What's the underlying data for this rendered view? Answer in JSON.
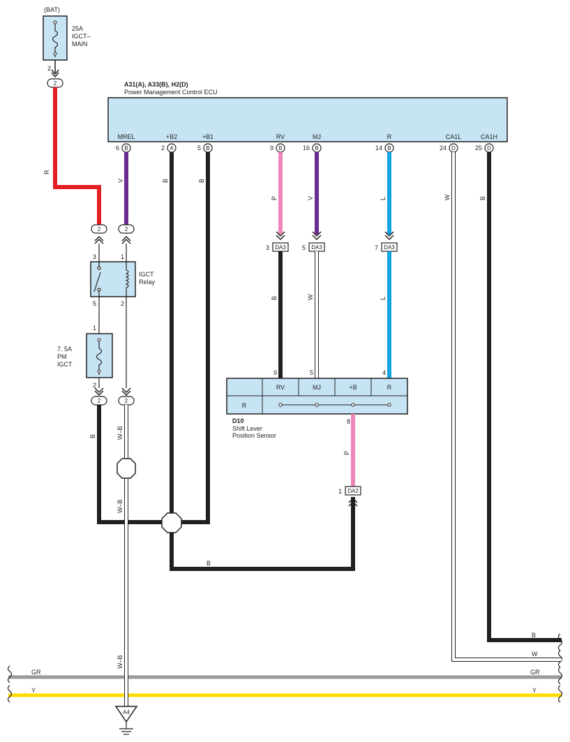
{
  "colors": {
    "red": "#e31e24",
    "violet": "#6b2c91",
    "black": "#231f20",
    "pink": "#ef85bb",
    "blue": "#11a5e3",
    "gray": "#9a9a9a",
    "yellow": "#ffdc00",
    "white": "#ffffff",
    "component_fill": "#c6e4f4"
  },
  "battery": {
    "label": "(BAT)",
    "fuse_label_1": "25A",
    "fuse_label_2": "IGCT–",
    "fuse_label_3": "MAIN",
    "pin_out": "2",
    "connector": "2"
  },
  "ecu": {
    "title": "A31(A), A33(B), H2(D)",
    "name": "Power Management Control ECU",
    "terminals": [
      {
        "label": "MREL",
        "pin": "6",
        "conn": "B"
      },
      {
        "label": "+B2",
        "pin": "2",
        "conn": "A"
      },
      {
        "label": "+B1",
        "pin": "5",
        "conn": "B"
      },
      {
        "label": "RV",
        "pin": "9",
        "conn": "B"
      },
      {
        "label": "MJ",
        "pin": "16",
        "conn": "B"
      },
      {
        "label": "R",
        "pin": "14",
        "conn": "B"
      },
      {
        "label": "CA1L",
        "pin": "24",
        "conn": "D"
      },
      {
        "label": "CA1H",
        "pin": "25",
        "conn": "D"
      }
    ]
  },
  "wire_colors": {
    "bat_to_relay": "R",
    "mrel": "V",
    "b2": "B",
    "b1": "B",
    "rv_upper": "P",
    "mj_upper": "V",
    "r_upper": "L",
    "ca1l": "W",
    "ca1h": "B",
    "rv_lower": "B",
    "mj_lower": "W",
    "r_lower": "L",
    "fuse_out": "B",
    "relay_out_1": "W–B",
    "relay_out_2": "W–B",
    "relay_out_3": "W–B",
    "sensor_out": "P",
    "bottom": "B",
    "bus_b": "B",
    "bus_w": "W",
    "bus_gr": "GR",
    "bus_y": "Y",
    "bus_gr_right": "GR",
    "bus_y_right": "Y"
  },
  "relay_connectors": {
    "left": "2",
    "right": "2",
    "pin_3": "3",
    "pin_1": "1",
    "pin_5": "5",
    "pin_2": "2"
  },
  "relay": {
    "name_1": "IGCT",
    "name_2": "Relay"
  },
  "fuse": {
    "label_1": "7. 5A",
    "label_2": "PM",
    "label_3": "IGCT",
    "pin_in": "1",
    "pin_out": "2"
  },
  "lower_connectors": {
    "left": "2",
    "right": "2"
  },
  "da3": [
    {
      "pin": "3",
      "name": "DA3"
    },
    {
      "pin": "5",
      "name": "DA3"
    },
    {
      "pin": "7",
      "name": "DA3"
    }
  ],
  "sensor": {
    "id": "D10",
    "name_1": "Shift Lever",
    "name_2": "Position Sensor",
    "columns": [
      "RV",
      "MJ",
      "+B",
      "R"
    ],
    "row_label": "R",
    "pins_top": [
      "9",
      "5",
      "4"
    ],
    "pin_bottom": "8"
  },
  "da2": {
    "pin": "1",
    "name": "DA2"
  },
  "ground": {
    "label": "A4"
  }
}
